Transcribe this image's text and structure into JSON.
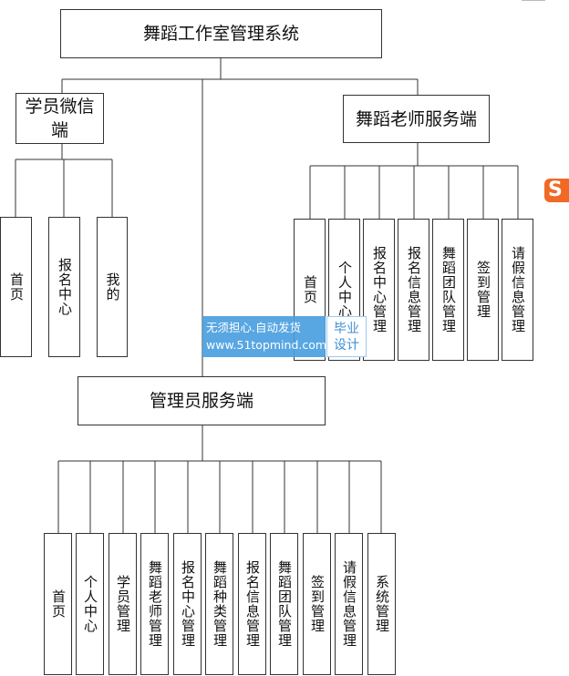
{
  "root": "舞蹈工作室管理系统",
  "student": {
    "title": "学员微信端",
    "items": [
      "首页",
      "报名中心",
      "我的"
    ]
  },
  "teacher": {
    "title": "舞蹈老师服务端",
    "items": [
      "首页",
      "个人中心",
      "报名中心管理",
      "报名信息管理",
      "舞蹈团队管理",
      "签到管理",
      "请假信息管理"
    ]
  },
  "admin": {
    "title": "管理员服务端",
    "items": [
      "首页",
      "个人中心",
      "学员管理",
      "舞蹈老师管理",
      "报名中心管理",
      "舞蹈种类管理",
      "报名信息管理",
      "舞蹈团队管理",
      "签到管理",
      "请假信息管理",
      "系统管理"
    ]
  },
  "watermark": {
    "line1": "无须担心.自动发货",
    "line2": "www.51topmind.com",
    "badge_line1": "毕业",
    "badge_line2": "设计",
    "brand_glyph": "S"
  },
  "colors": {
    "line": "#333333",
    "watermark_blue": "#4a9fe0",
    "logo_orange": "#f06a26"
  }
}
